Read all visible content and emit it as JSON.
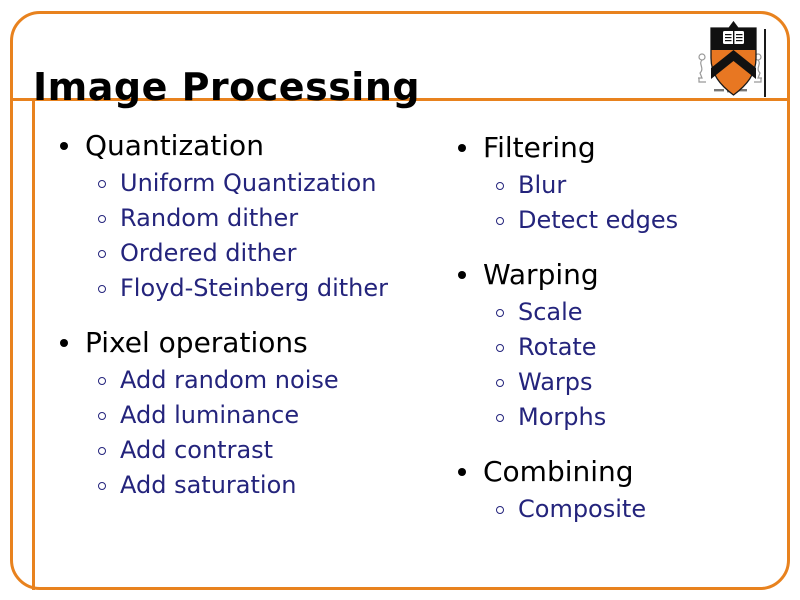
{
  "slide": {
    "title": "Image Processing",
    "logo": "princeton-shield",
    "colors": {
      "accent_orange": "#E8821E",
      "body_navy": "#24247C",
      "heading_black": "#000000"
    },
    "columns": [
      {
        "sections": [
          {
            "heading": "Quantization",
            "items": [
              "Uniform Quantization",
              "Random dither",
              "Ordered dither",
              "Floyd-Steinberg dither"
            ]
          },
          {
            "heading": "Pixel operations",
            "items": [
              "Add random noise",
              "Add luminance",
              "Add contrast",
              "Add saturation"
            ]
          }
        ]
      },
      {
        "sections": [
          {
            "heading": "Filtering",
            "items": [
              "Blur",
              "Detect edges"
            ]
          },
          {
            "heading": "Warping",
            "items": [
              "Scale",
              "Rotate",
              "Warps",
              "Morphs"
            ]
          },
          {
            "heading": "Combining",
            "items": [
              "Composite"
            ]
          }
        ]
      }
    ]
  }
}
